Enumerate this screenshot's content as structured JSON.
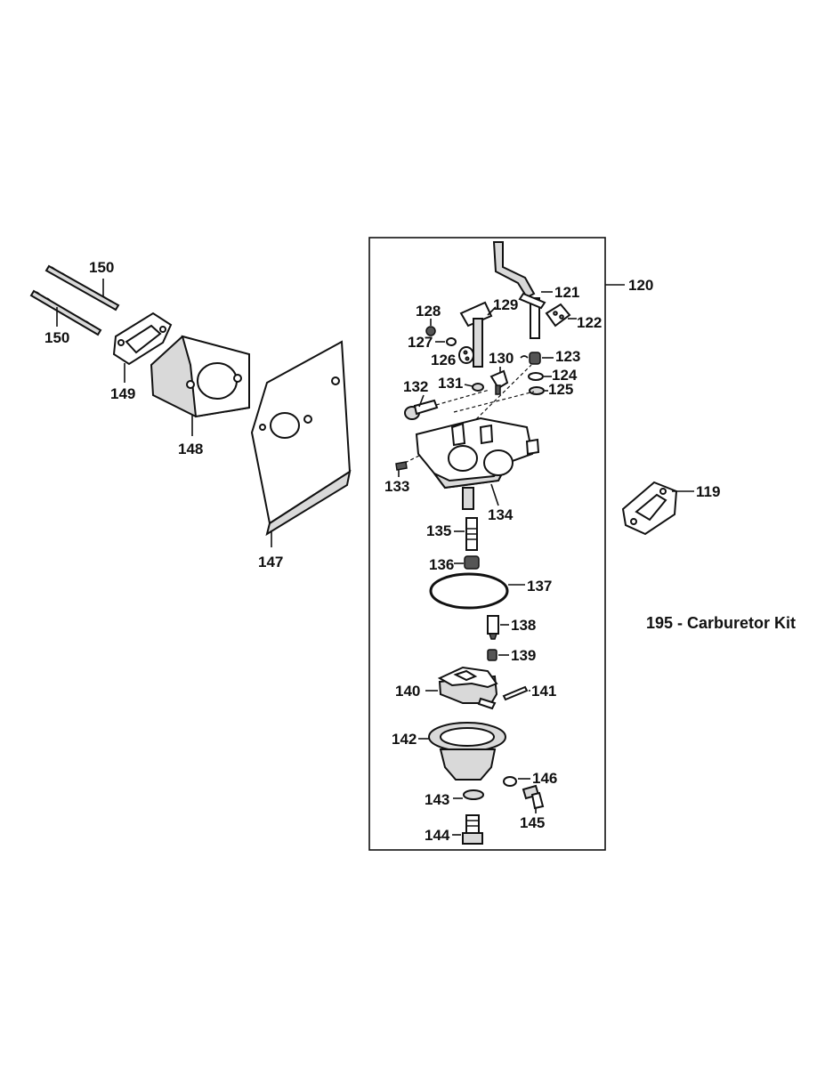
{
  "kit_label": "195 - Carburetor Kit",
  "callouts": {
    "p119": "119",
    "p120": "120",
    "p121": "121",
    "p122": "122",
    "p123": "123",
    "p124": "124",
    "p125": "125",
    "p126": "126",
    "p127": "127",
    "p128": "128",
    "p129": "129",
    "p130": "130",
    "p131": "131",
    "p132": "132",
    "p133": "133",
    "p134": "134",
    "p135": "135",
    "p136": "136",
    "p137": "137",
    "p138": "138",
    "p139": "139",
    "p140": "140",
    "p141": "141",
    "p142": "142",
    "p143": "143",
    "p144": "144",
    "p145": "145",
    "p146": "146",
    "p147": "147",
    "p148": "148",
    "p149": "149",
    "p150a": "150",
    "p150b": "150"
  }
}
